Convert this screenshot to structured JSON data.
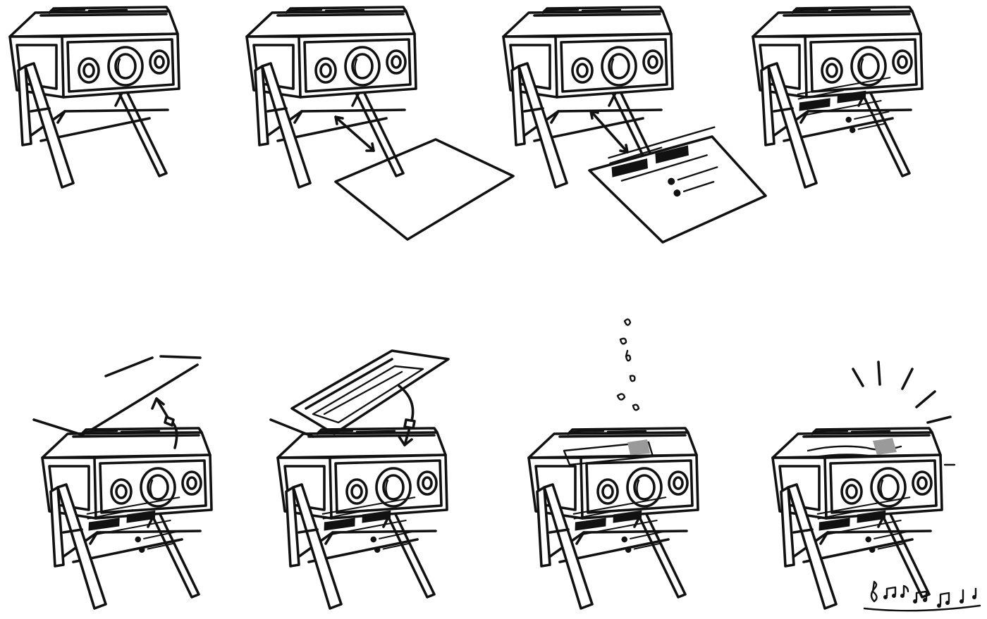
{
  "illustration": {
    "kind": "step-by-step instruction illustration",
    "style": "black line drawing on white background",
    "colors": {
      "ink": "#111111",
      "paper": "#ffffff",
      "shade": "#9a9a9a"
    },
    "panels": [
      {
        "step": 1,
        "content": "speaker-cabinet"
      },
      {
        "step": 2,
        "content": "blank-card-slid-onto-shelf"
      },
      {
        "step": 3,
        "content": "printed-card-slid-onto-shelf"
      },
      {
        "step": 4,
        "content": "card-on-shelf"
      },
      {
        "step": 5,
        "content": "top-lid-lifted"
      },
      {
        "step": 6,
        "content": "tray-inserted-in-top"
      },
      {
        "step": 7,
        "content": "notes-rising-from-top"
      },
      {
        "step": 8,
        "content": "sound-rays-and-music-notes"
      }
    ]
  }
}
